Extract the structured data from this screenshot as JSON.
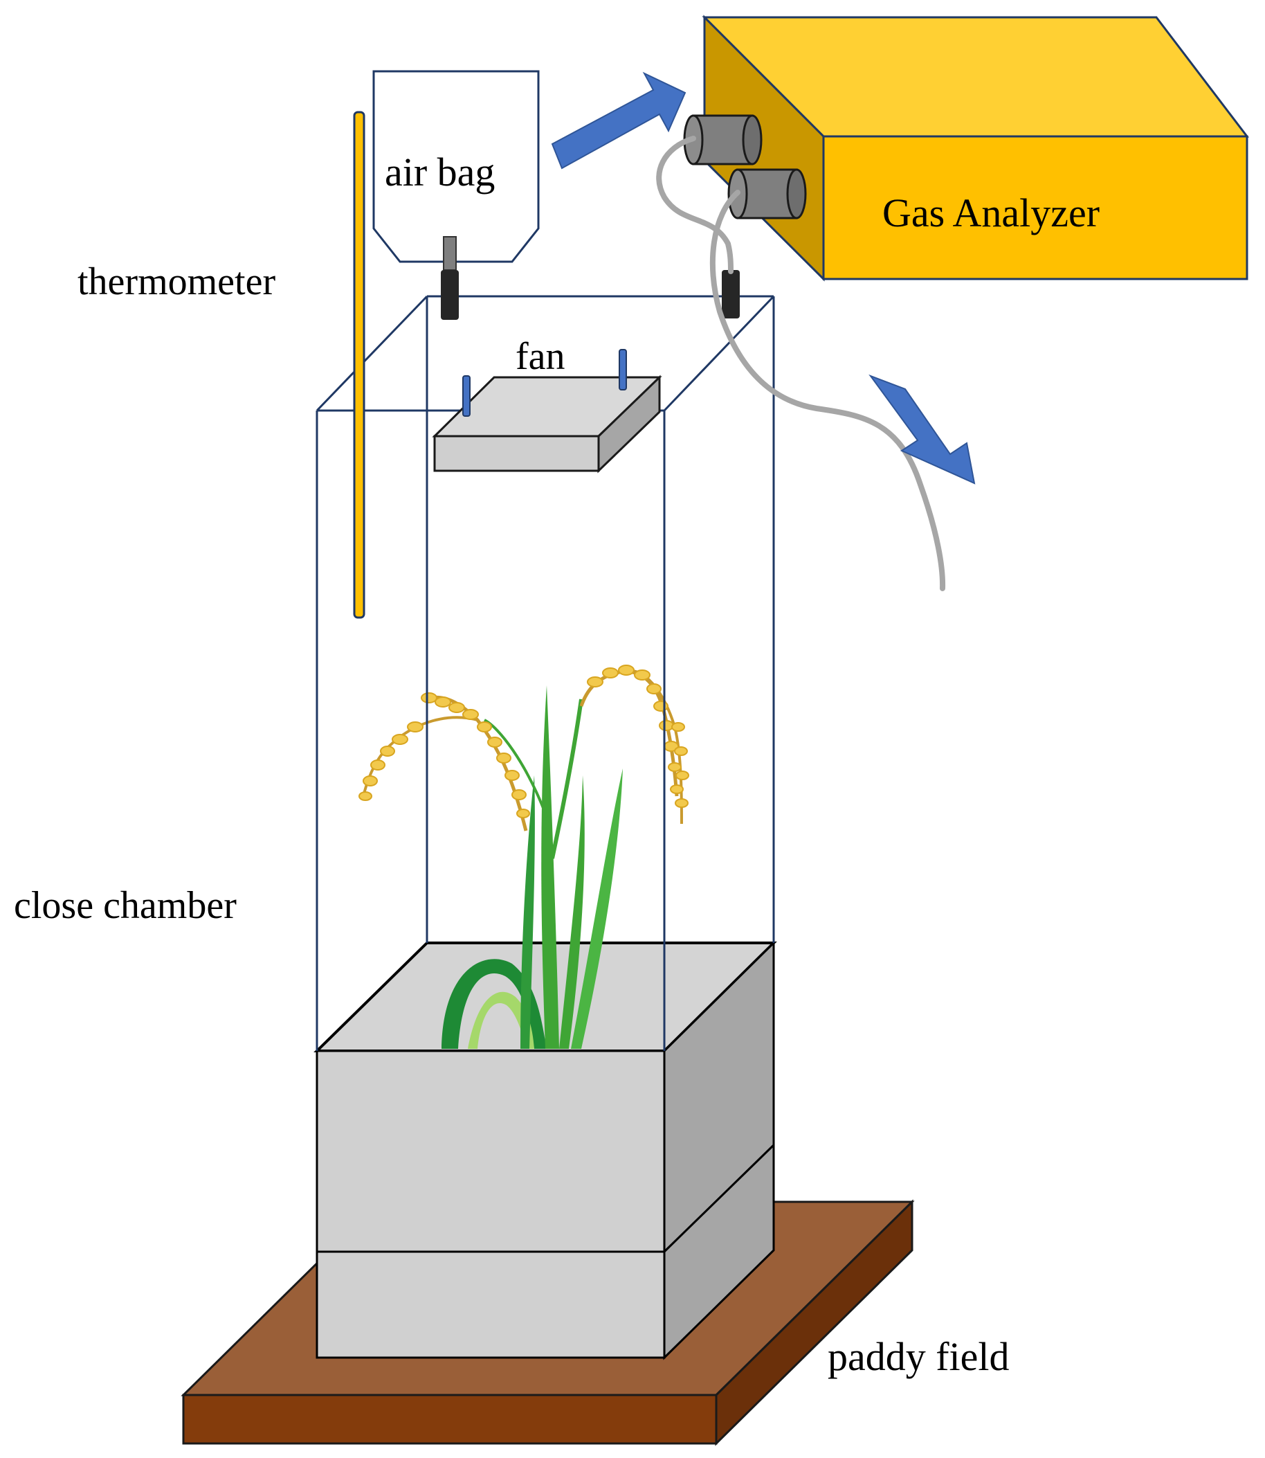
{
  "labels": {
    "thermometer": "thermometer",
    "air_bag": "air bag",
    "fan": "fan",
    "gas_analyzer": "Gas Analyzer",
    "close_chamber": "close chamber",
    "paddy_field": "paddy field"
  },
  "colors": {
    "frame_outline": "#1f3864",
    "analyzer_front": "#ffc000",
    "analyzer_top": "#ffd033",
    "analyzer_side": "#c99700",
    "arrow": "#4472c4",
    "tube": "#a6a6a6",
    "connector": "#7f7f7f",
    "base_front": "#d0d0d0",
    "base_side": "#a6a6a6",
    "soil_top": "#9a5f38",
    "soil_front": "#843c0c",
    "thermometer": "#ffc000",
    "leaf": "#3fa535",
    "grain": "#f2c94c"
  },
  "icons": {
    "plant": "rice-plant-icon",
    "flow_in": "arrow-right-icon",
    "flow_out": "arrow-down-right-icon"
  }
}
